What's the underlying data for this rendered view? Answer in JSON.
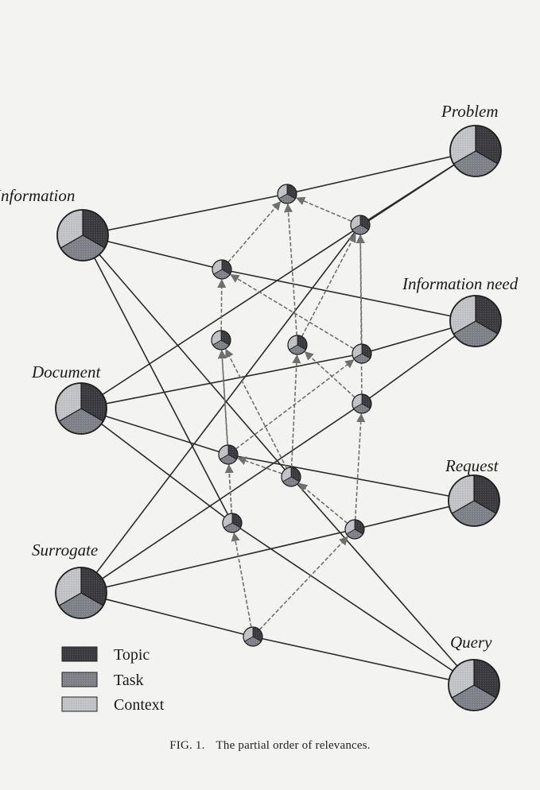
{
  "nodes": {
    "problem": "Problem",
    "information": "Information",
    "information_need": "Information need",
    "document": "Document",
    "request": "Request",
    "surrogate": "Surrogate",
    "query": "Query"
  },
  "legend": {
    "topic": "Topic",
    "task": "Task",
    "context": "Context"
  },
  "colors": {
    "topic": "#3a3a3e",
    "task": "#7d7f86",
    "context": "#bfc0c3"
  },
  "caption": {
    "fig": "FIG. 1.",
    "text": "The partial order of relevances."
  }
}
